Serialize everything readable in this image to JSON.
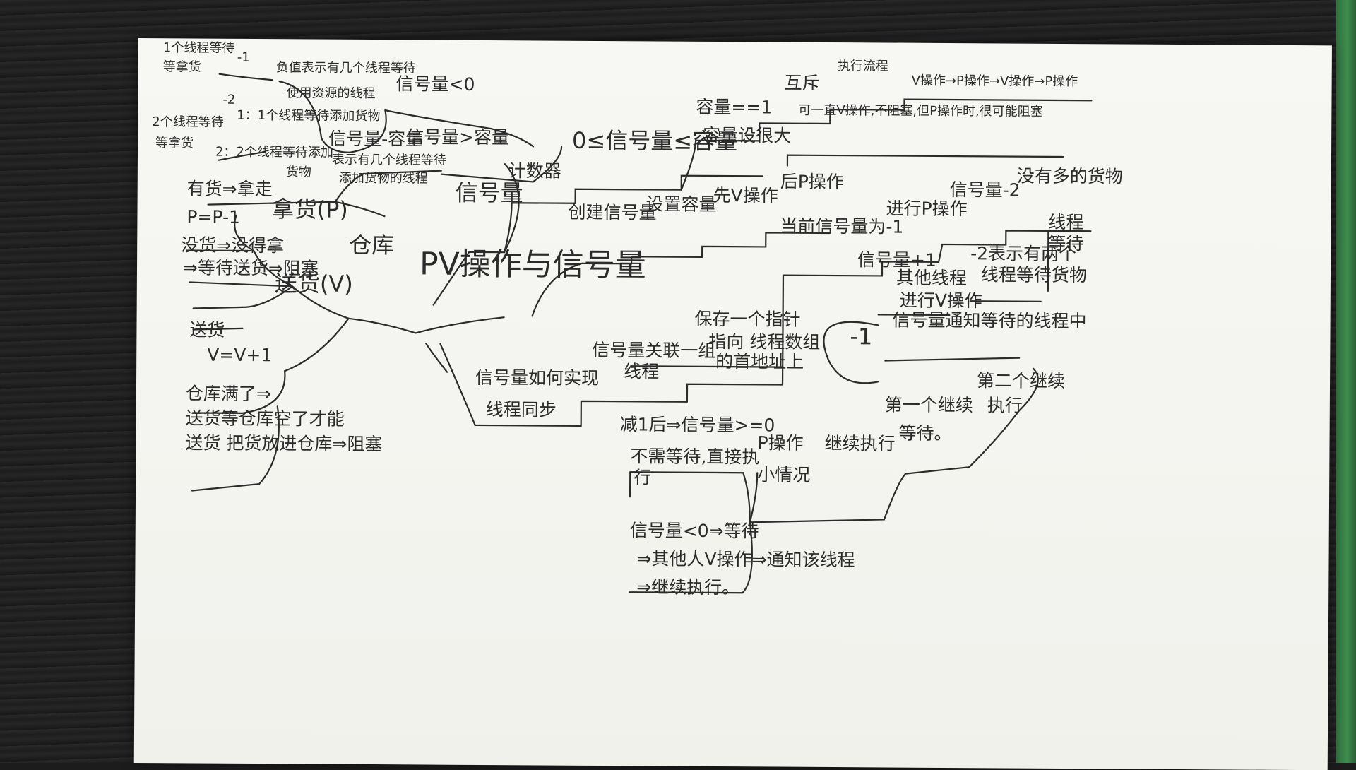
{
  "mindmap": {
    "center": "PV操作与信号量",
    "warehouse": {
      "title": "仓库",
      "take": {
        "title": "拿货(P)",
        "have_goods": "有货⇒拿走",
        "p_formula": "P=P-1",
        "no_goods": "没货⇒没得拿",
        "wait_block": "⇒等待送货⇒阻塞",
        "neg_value": {
          "meaning": "负值表示有几个线程等待",
          "meaning_sub": "使用资源的线程",
          "minus1_label": "-1",
          "one_waiting": "1个线程等待",
          "one_waiting_sub": "等拿货",
          "minus2_label": "-2",
          "two_waiting": "2个线程等待",
          "two_waiting_sub": "等拿货",
          "condition": "信号量<0"
        },
        "over_capacity": {
          "condition": "信号量>容量",
          "meaning": "信号量-容量",
          "meaning_sub": "表示有几个线程等待",
          "meaning_sub2": "添加货物的线程",
          "case1": "1：1个线程等待添加货物",
          "case2": "2：2个线程等待添加",
          "case2_sub": "货物"
        }
      },
      "send": {
        "title": "送货(V)",
        "send_label": "送货",
        "v_formula": "V=V+1",
        "full": "仓库满了⇒",
        "full_wait": "送货等仓库空了才能",
        "full_block": "送货 把货放进仓库⇒阻塞"
      }
    },
    "semaphore": {
      "title": "信号量",
      "counter": "计数器",
      "range": "0≤信号量≤容量",
      "capacity_one": "容量==1",
      "mutex": "互斥",
      "exec_flow": "执行流程",
      "pv_order": "V操作→P操作→V操作→P操作",
      "capacity_large": "容量设很大",
      "large_desc": "可一直V操作,不阻塞,但P操作时,很可能阻塞"
    },
    "usage": {
      "create": "创建信号量",
      "set_capacity": "设置容量",
      "first_v": "先V操作",
      "then_p": "后P操作",
      "current_minus1": "当前信号量为-1",
      "do_p": "进行P操作",
      "sem_minus2": "信号量-2",
      "no_goods_left": "没有多的货物",
      "thread_wait": "线程",
      "thread_wait2": "等待",
      "two_threads": "-2表示有两个",
      "two_threads_sub": "线程等待货物",
      "sem_plus1": "信号量+1",
      "other_thread": "其他线程",
      "do_v": "进行V操作",
      "notify": "信号量通知等待的线程中",
      "minus1": "-1"
    },
    "impl": {
      "title": "信号量如何实现",
      "sub": "线程同步",
      "assoc": "信号量关联一组",
      "assoc_sub": "线程",
      "pointer": "保存一个指针",
      "pointer_sub": "指向 线程数组",
      "pointer_sub2": "的首地址上",
      "p_op": "P操作",
      "p_continue": "继续执行",
      "small": "小情况",
      "first_continue": "第一个继续",
      "first_wait": "等待。",
      "second_continue": "第二个继续",
      "second_exec": "执行",
      "ge0": "减1后⇒信号量>=0",
      "no_wait": "不需等待,直接执",
      "no_wait2": "行",
      "lt0": "信号量<0⇒等待",
      "other_v": "⇒其他人V操作⇒通知该线程",
      "continue_exec": "⇒继续执行。"
    }
  }
}
